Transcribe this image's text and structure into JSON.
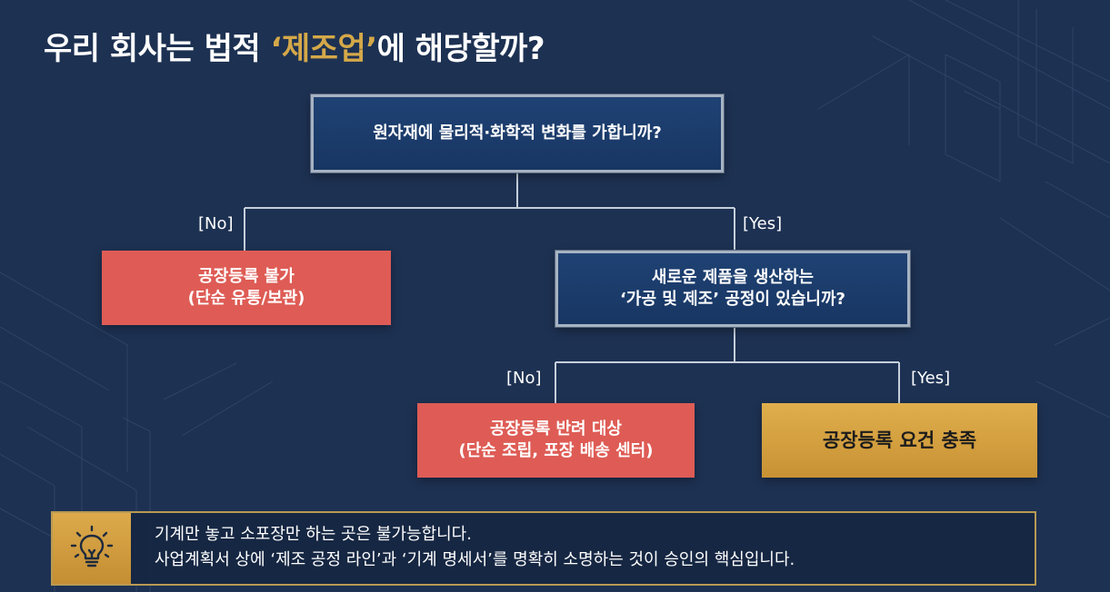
{
  "title": {
    "prefix": "우리 회사는 법적 ",
    "highlight": "‘제조업’",
    "suffix": "에 해당할까?"
  },
  "colors": {
    "background": "#1d3152",
    "question_box": "#1f4274",
    "negative_box": "#de5c55",
    "positive_box": "#d6a243",
    "highlight_text": "#d4a849"
  },
  "flowchart": {
    "q1": {
      "text": "원자재에 물리적·화학적 변화를 가합니까?"
    },
    "q1_no_label": "[No]",
    "q1_yes_label": "[Yes]",
    "result_no1": {
      "line1": "공장등록 불가",
      "line2": "(단순 유통/보관)"
    },
    "q2": {
      "line1": "새로운 제품을 생산하는",
      "line2": "‘가공 및 제조’ 공정이 있습니까?"
    },
    "q2_no_label": "[No]",
    "q2_yes_label": "[Yes]",
    "result_no2": {
      "line1": "공장등록 반려 대상",
      "line2": "(단순 조립, 포장 배송 센터)"
    },
    "result_yes": {
      "text": "공장등록 요건 충족"
    }
  },
  "tip": {
    "icon": "lightbulb-icon",
    "line1": "기계만 놓고 소포장만 하는 곳은 불가능합니다.",
    "line2": "사업계획서 상에 ‘제조 공정 라인’과 ‘기계 명세서’를 명확히 소명하는 것이 승인의 핵심입니다."
  }
}
